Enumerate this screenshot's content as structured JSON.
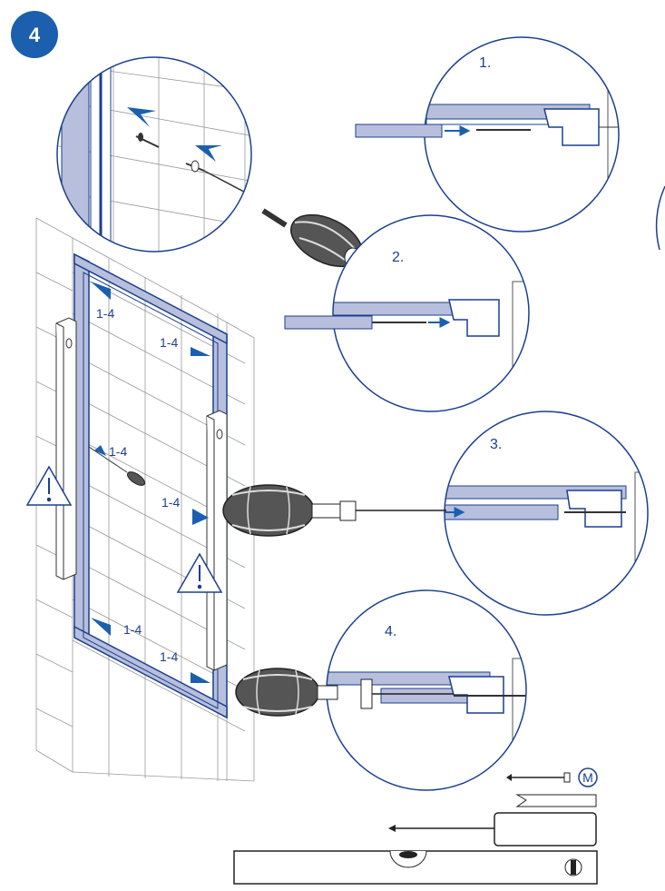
{
  "step": {
    "number": "4"
  },
  "detail_steps": [
    "1.",
    "2.",
    "3.",
    "4."
  ],
  "frame_labels": [
    "1-4",
    "1-4",
    "1-4",
    "1-4",
    "1-4",
    "1-4"
  ],
  "parts": {
    "marker": "M"
  },
  "colors": {
    "accent": "#1b5fae",
    "line": "#1b3f8f",
    "panel": "#b7bfdc"
  }
}
